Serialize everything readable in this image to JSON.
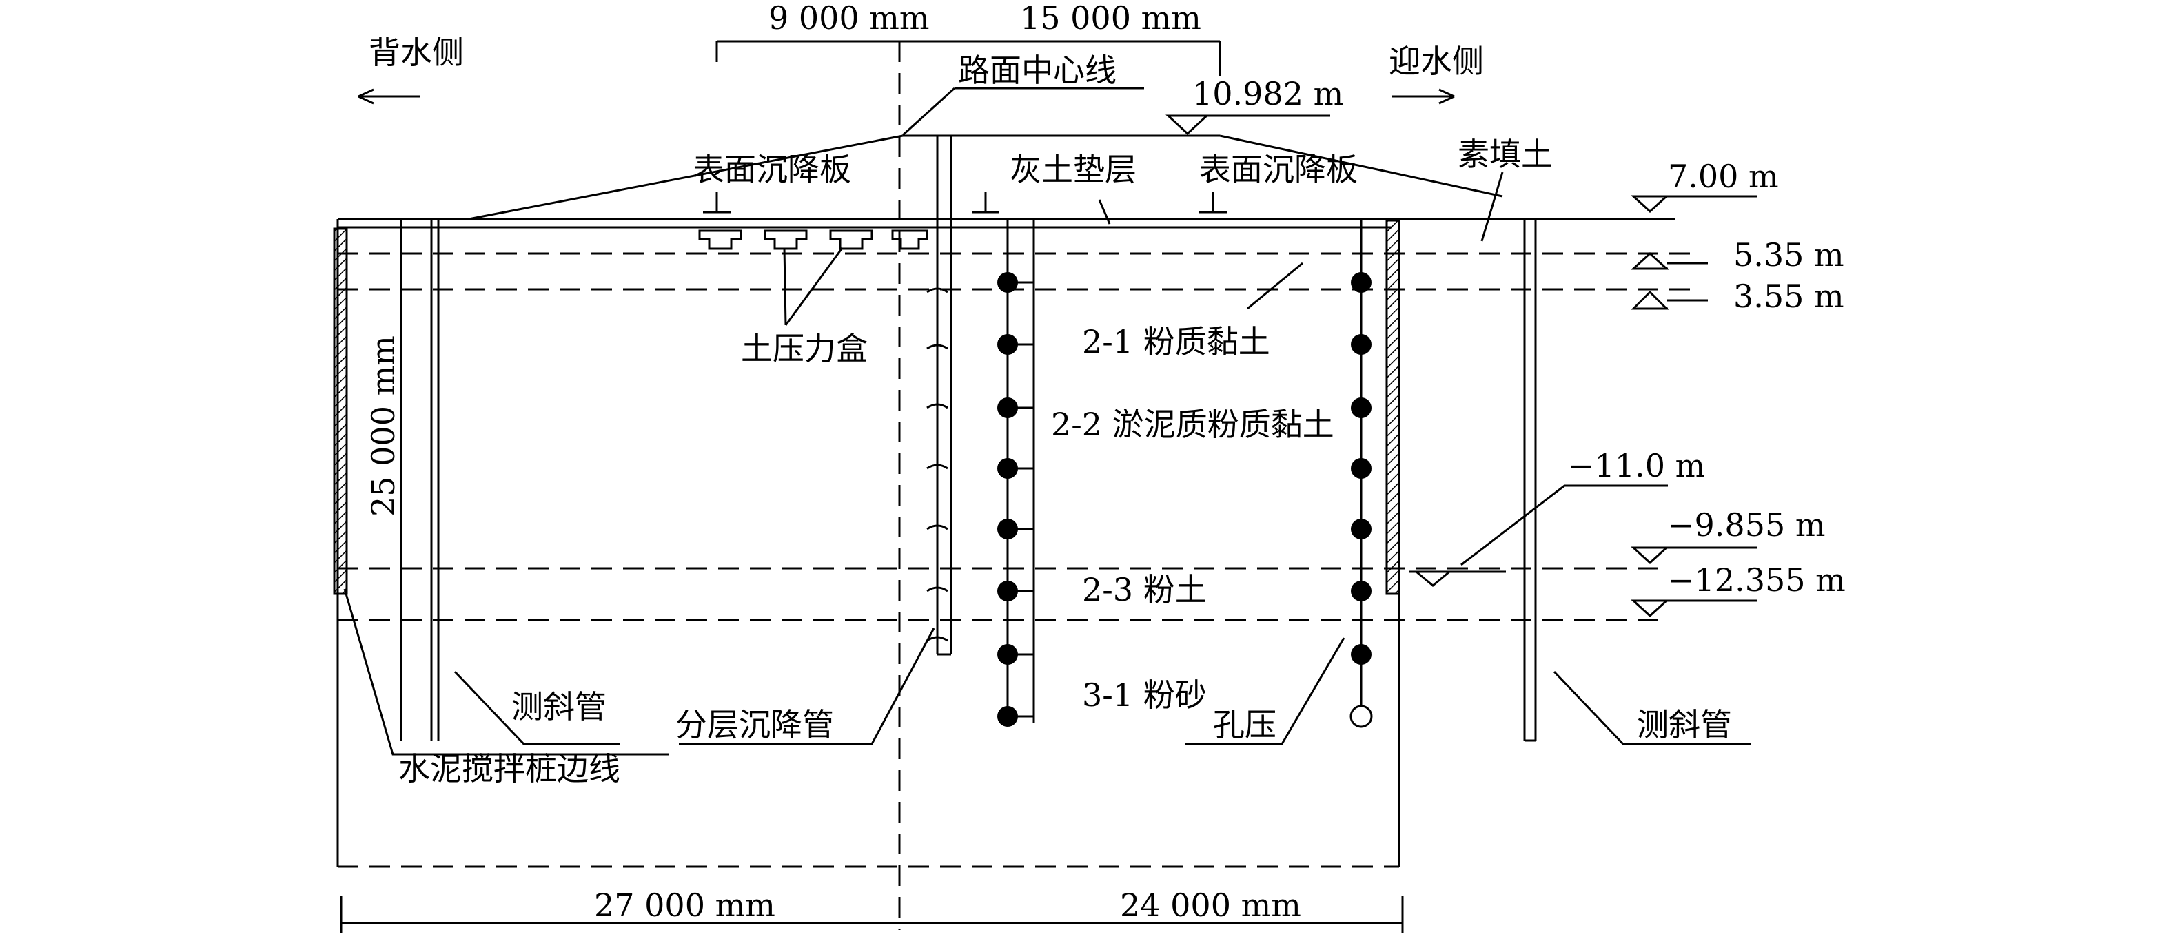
{
  "labels": {
    "back_side": "背水侧",
    "front_side": "迎水侧",
    "dim_top_left": "9 000 mm",
    "dim_top_right": "15 000 mm",
    "road_center_line": "路面中心线",
    "crest_elev": "10.982 m",
    "surface_plate_left": "表面沉降板",
    "lime_soil_cushion": "灰土垫层",
    "surface_plate_right": "表面沉降板",
    "plain_fill": "素填土",
    "elev_700": "7.00 m",
    "elev_535": "5.35 m",
    "elev_355": "3.55 m",
    "earth_pressure_box": "土压力盒",
    "layer_2_1": "2-1 粉质黏土",
    "layer_2_2": "2-2 淤泥质粉质黏土",
    "dim_vertical": "25 000 mm",
    "elev_neg110": "−11.0 m",
    "elev_neg9855": "−9.855 m",
    "elev_neg12355": "−12.355 m",
    "layer_2_3": "2-3 粉土",
    "layer_3_1": "3-1 粉砂",
    "inclinometer_left": "测斜管",
    "layered_settlement_tube": "分层沉降管",
    "pore_pressure": "孔压",
    "inclinometer_right": "测斜管",
    "cement_pile_edge": "水泥搅拌桩边线",
    "dim_bottom_left": "27 000 mm",
    "dim_bottom_right": "24 000 mm"
  }
}
